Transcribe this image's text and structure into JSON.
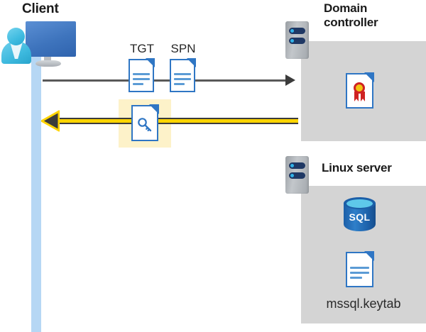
{
  "diagram": {
    "title": "Kerberos authentication flow between client, domain controller and Linux server",
    "type": "sequence-flow"
  },
  "client": {
    "title": "Client",
    "icons": {
      "computer": "desktop-monitor-icon",
      "user": "user-person-icon",
      "lifeline": "client-lifeline-bar"
    }
  },
  "domain_controller": {
    "title": "Domain controller",
    "server_icon": "server-rack-icon",
    "contents": [
      {
        "icon": "certificate-icon",
        "label": ""
      }
    ]
  },
  "linux_server": {
    "title": "Linux server",
    "server_icon": "server-rack-icon",
    "contents": [
      {
        "icon": "sql-database-icon",
        "label": "SQL"
      },
      {
        "icon": "document-icon",
        "label": "mssql.keytab"
      }
    ]
  },
  "flows": {
    "request": {
      "label_1": "TGT",
      "label_2": "SPN",
      "direction": "client-to-domain-controller",
      "color": "#595959",
      "icons": [
        "document-icon",
        "document-icon"
      ]
    },
    "response": {
      "direction": "domain-controller-to-client",
      "color": "#ffd400",
      "highlighted": true,
      "highlight_color": "#fdf2c9",
      "icon": "service-ticket-key-icon"
    }
  },
  "colors": {
    "panel_grey": "#d4d4d4",
    "lifeline_blue": "#b6d7f4",
    "doc_blue": "#2f76c4",
    "accent_yellow": "#ffd400",
    "highlight_yellow": "#fdf2c9",
    "cert_red": "#cf2222",
    "cert_gold": "#f2c411",
    "sql_blue": "#1c5fa8",
    "server_navy": "#1f3864",
    "server_cyan": "#31b2e8",
    "text_dark": "#1a1a1a"
  }
}
